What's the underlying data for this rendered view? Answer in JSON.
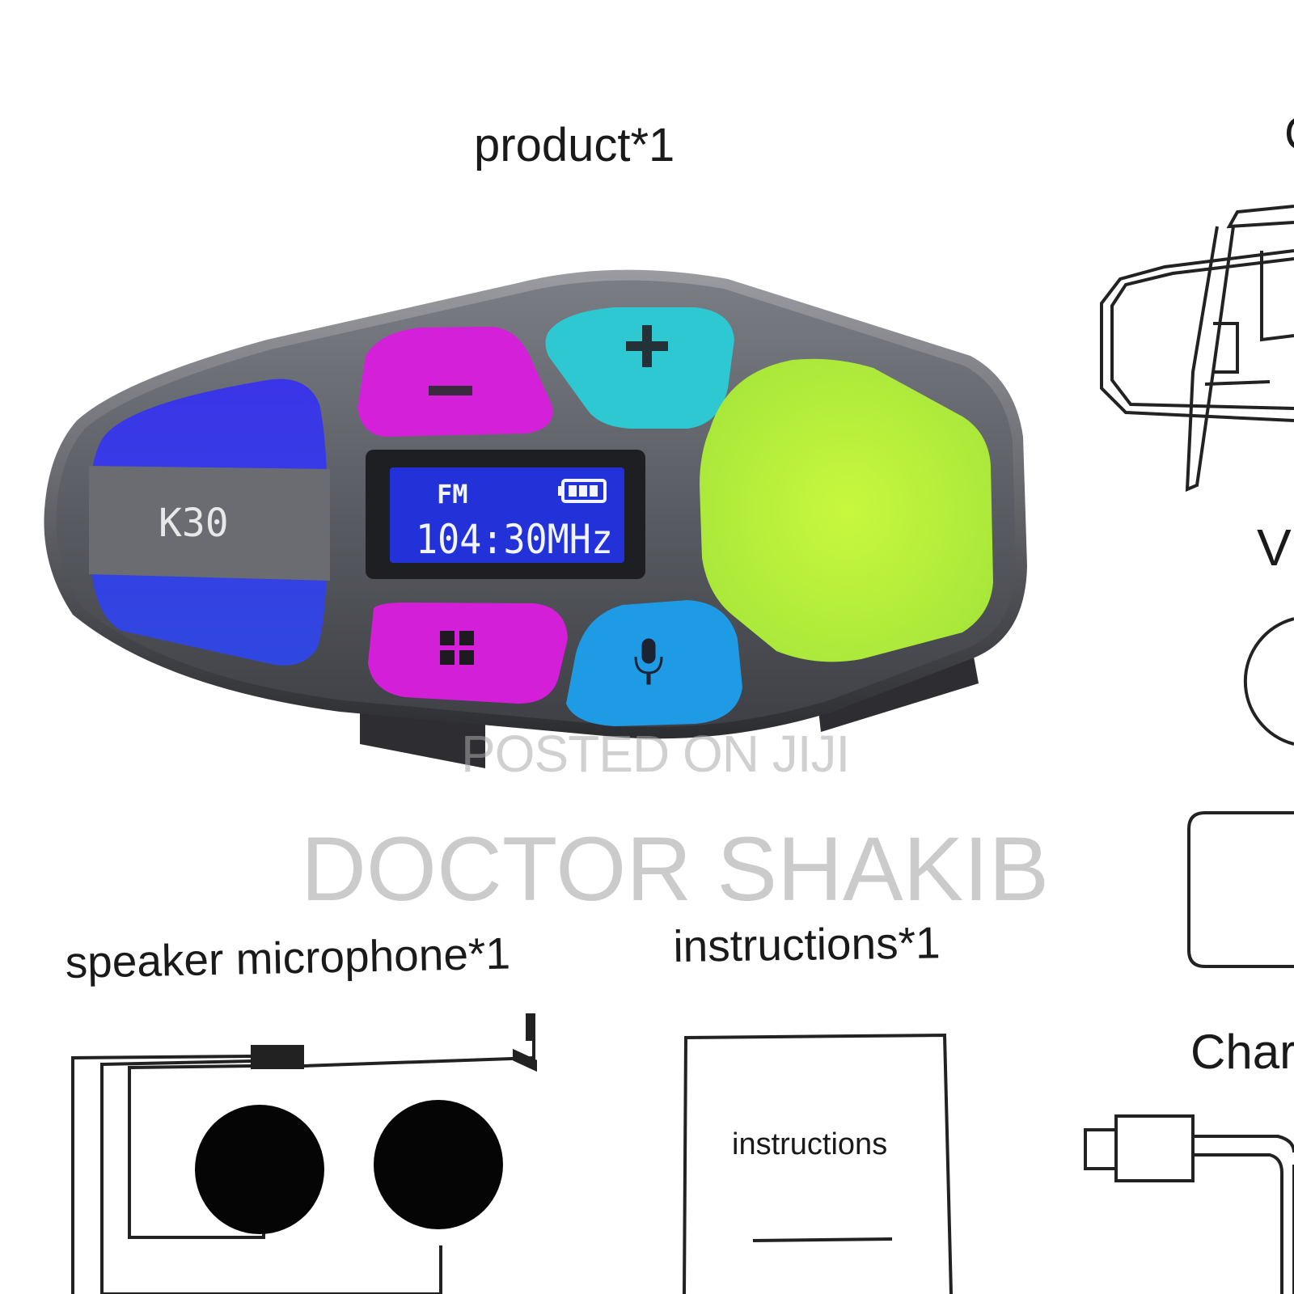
{
  "labels": {
    "product": "product*1",
    "speaker_microphone": "speaker microphone*1",
    "instructions": "instructions*1",
    "clip_partial": "C",
    "v_partial": "V",
    "charger_partial": "Char"
  },
  "device": {
    "brand": "K30",
    "display": {
      "band": "FM",
      "frequency": "104:30MHz"
    },
    "buttons": [
      "minus",
      "plus",
      "menu",
      "microphone",
      "main"
    ]
  },
  "manual": {
    "cover_text": "instructions"
  },
  "watermarks": {
    "posted": "POSTED ON JIJI",
    "seller": "DOCTOR SHAKIB"
  },
  "colors": {
    "body": "#5e6066",
    "blue_panel": "#3640e0",
    "magenta": "#d21fd8",
    "cyan": "#2cc7d3",
    "blue_button": "#1e9be6",
    "lime": "#b8f03a",
    "lcd": "#2030d8"
  }
}
